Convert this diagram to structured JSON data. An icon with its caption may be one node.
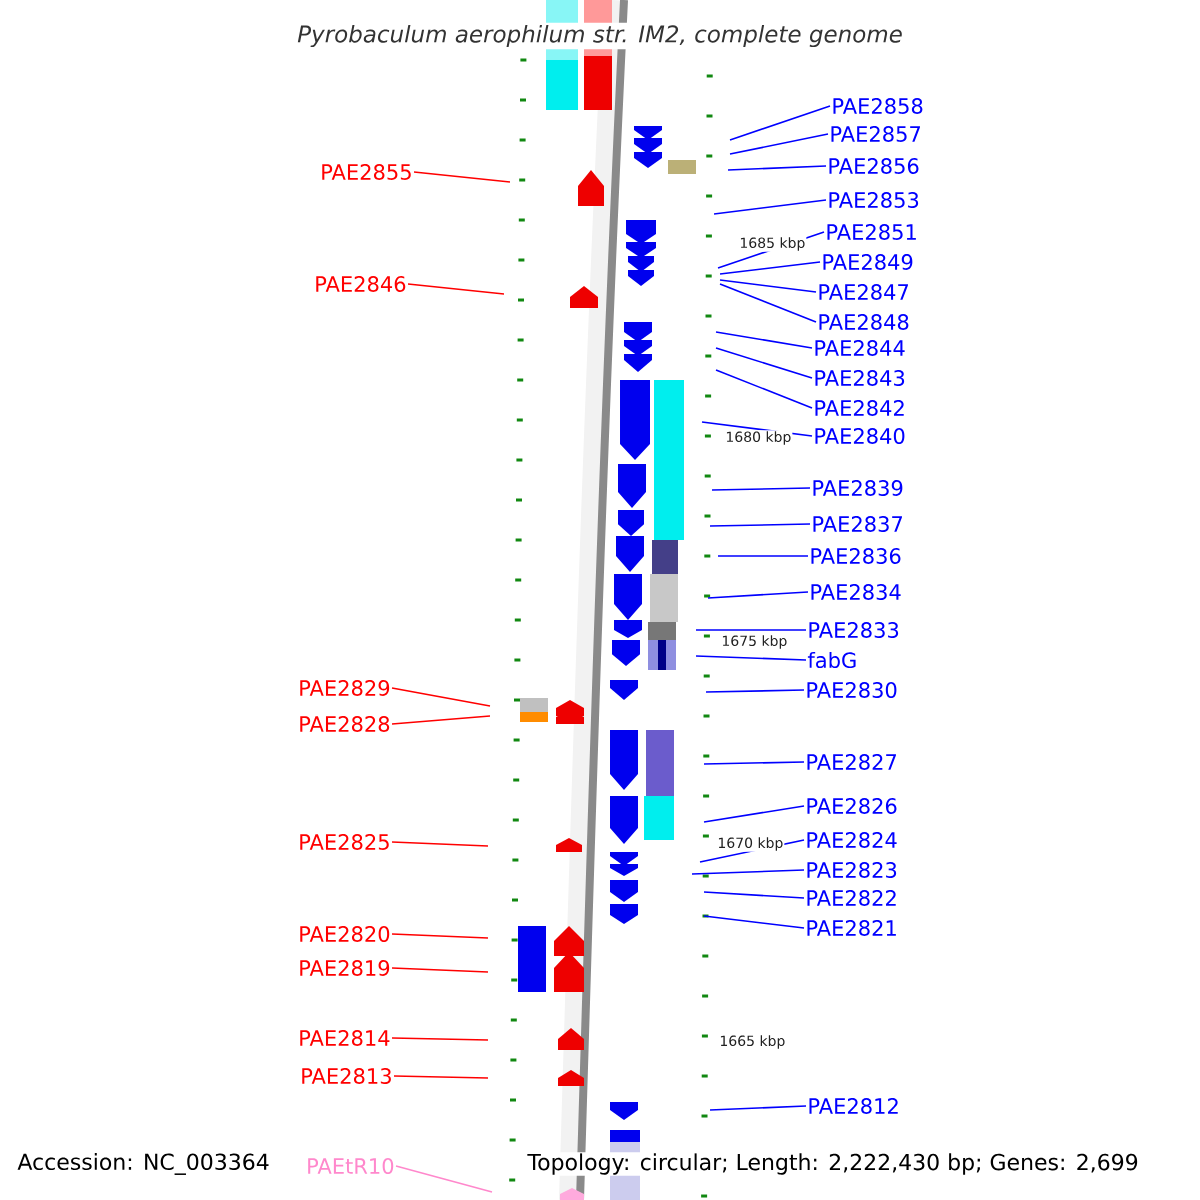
{
  "diagram": {
    "title": "Pyrobaculum aerophilum str. IM2, complete genome",
    "nodes": [
      {
        "text": [
          "PAE2858"
        ]
      },
      {
        "text": [
          "PAE2857"
        ]
      },
      {
        "text": [
          "PAE2856"
        ]
      },
      {
        "text": [
          "PAE2855"
        ]
      },
      {
        "text": [
          "PAE2853"
        ]
      },
      {
        "text": [
          "PAE2851"
        ]
      },
      {
        "text": [
          "PAE2849"
        ]
      },
      {
        "text": [
          "PAE2846"
        ]
      },
      {
        "text": [
          "PAE2847"
        ]
      },
      {
        "text": [
          "PAE2848"
        ]
      },
      {
        "text": [
          "PAE2844"
        ]
      },
      {
        "text": [
          "PAE2843"
        ]
      },
      {
        "text": [
          "PAE2842"
        ]
      },
      {
        "text": [
          "PAE2840"
        ]
      },
      {
        "text": [
          "PAE2839"
        ]
      },
      {
        "text": [
          "PAE2837"
        ]
      },
      {
        "text": [
          "PAE2836"
        ]
      },
      {
        "text": [
          "PAE2834"
        ]
      },
      {
        "text": [
          "PAE2833"
        ]
      },
      {
        "text": [
          "fabG"
        ]
      },
      {
        "text": [
          "PAE2829"
        ]
      },
      {
        "text": [
          "PAE2830"
        ]
      },
      {
        "text": [
          "PAE2828"
        ]
      },
      {
        "text": [
          "PAE2827"
        ]
      },
      {
        "text": [
          "PAE2826"
        ]
      },
      {
        "text": [
          "PAE2824"
        ]
      },
      {
        "text": [
          "PAE2825"
        ]
      },
      {
        "text": [
          "PAE2823"
        ]
      },
      {
        "text": [
          "PAE2822"
        ]
      },
      {
        "text": [
          "PAE2821"
        ]
      },
      {
        "text": [
          "PAE2820"
        ]
      },
      {
        "text": [
          "PAE2819"
        ]
      },
      {
        "text": [
          "PAE2814"
        ]
      },
      {
        "text": [
          "PAE2813"
        ]
      },
      {
        "text": [
          "PAE2812"
        ]
      },
      {
        "text": [
          "PAEtR10"
        ]
      }
    ],
    "edges": [
      {
        "from": 0,
        "to": null,
        "arrow": "none"
      },
      {
        "from": 1,
        "to": null,
        "arrow": "none"
      },
      {
        "from": 2,
        "to": null,
        "arrow": "none"
      },
      {
        "from": 3,
        "to": null,
        "arrow": "none",
        "color": "#ff0000"
      },
      {
        "from": 4,
        "to": null,
        "arrow": "none"
      },
      {
        "from": 5,
        "to": null,
        "arrow": "none"
      },
      {
        "from": 6,
        "to": null,
        "arrow": "none"
      },
      {
        "from": 7,
        "to": null,
        "arrow": "none",
        "color": "#ff0000"
      },
      {
        "from": 8,
        "to": null,
        "arrow": "none"
      },
      {
        "from": 9,
        "to": null,
        "arrow": "none"
      },
      {
        "from": 10,
        "to": null,
        "arrow": "none"
      },
      {
        "from": 11,
        "to": null,
        "arrow": "none"
      },
      {
        "from": 12,
        "to": null,
        "arrow": "none"
      },
      {
        "from": 13,
        "to": null,
        "arrow": "none"
      },
      {
        "from": 14,
        "to": null,
        "arrow": "none"
      },
      {
        "from": 15,
        "to": null,
        "arrow": "none"
      },
      {
        "from": 16,
        "to": null,
        "arrow": "none"
      },
      {
        "from": 17,
        "to": null,
        "arrow": "none"
      },
      {
        "from": 18,
        "to": null,
        "arrow": "none"
      },
      {
        "from": 19,
        "to": null,
        "arrow": "none"
      },
      {
        "from": 20,
        "to": null,
        "arrow": "none",
        "color": "#ff0000"
      },
      {
        "from": 21,
        "to": null,
        "arrow": "none"
      },
      {
        "from": 22,
        "to": null,
        "arrow": "none",
        "color": "#ff0000"
      },
      {
        "from": 23,
        "to": null,
        "arrow": "none"
      },
      {
        "from": 24,
        "to": null,
        "arrow": "none"
      },
      {
        "from": 25,
        "to": null,
        "arrow": "none"
      },
      {
        "from": 26,
        "to": null,
        "arrow": "none",
        "color": "#ff0000"
      },
      {
        "from": 27,
        "to": null,
        "arrow": "none"
      },
      {
        "from": 28,
        "to": null,
        "arrow": "none"
      },
      {
        "from": 29,
        "to": null,
        "arrow": "none"
      },
      {
        "from": 30,
        "to": null,
        "arrow": "none",
        "color": "#ff0000"
      },
      {
        "from": 31,
        "to": null,
        "arrow": "none",
        "color": "#ff0000"
      },
      {
        "from": 32,
        "to": null,
        "arrow": "none",
        "color": "#ff0000"
      },
      {
        "from": 33,
        "to": null,
        "arrow": "none",
        "color": "#ff0000"
      },
      {
        "from": 34,
        "to": null,
        "arrow": "none"
      },
      {
        "from": 35,
        "to": null,
        "arrow": "none",
        "color": "#ff88cc"
      }
    ],
    "labels": [
      "1685 kbp",
      "1680 kbp",
      "1675 kbp",
      "1670 kbp",
      "1665 kbp",
      "Accession: NC_003364",
      "Topology: circular; Length: 2,222,430 bp; Genes: 2,699"
    ]
  }
}
